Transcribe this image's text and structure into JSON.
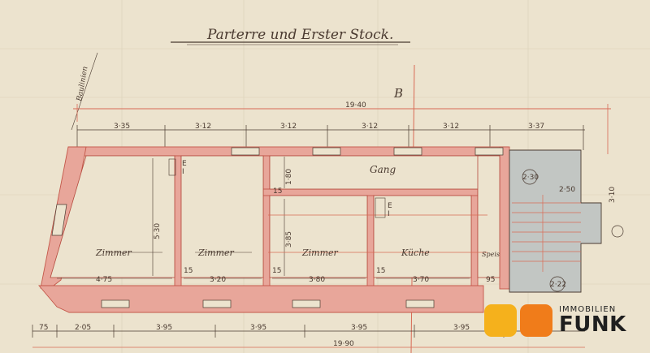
{
  "title": "Parterre und Erster Stock.",
  "side_note": "Baulinien",
  "marker_top": "B",
  "dims_top": {
    "overall": "19·40",
    "segments": [
      "3·35",
      "3·12",
      "3·12",
      "3·12",
      "3·12",
      "3·37"
    ]
  },
  "dims_bottom": {
    "segments": [
      "75",
      "2·05",
      "3·95",
      "3·95",
      "3·95",
      "3·95"
    ],
    "overall": "19·90"
  },
  "rooms": {
    "zimmer1": "Zimmer",
    "zimmer2": "Zimmer",
    "zimmer3": "Zimmer",
    "kueche": "Küche",
    "gang": "Gang",
    "speis": "Speis"
  },
  "inner_dims": {
    "w1": "4·75",
    "w2": "3·20",
    "w3": "3·80",
    "w4": "3·70",
    "h1": "5·30",
    "h2": "3·85",
    "gang_h": "1·80",
    "wall15a": "15",
    "wall15b": "15",
    "wall15c": "15",
    "wall15d": "15",
    "speis_w": "95",
    "right_h": "3·10"
  },
  "marks": {
    "e": "E",
    "i": "I",
    "e2": "E",
    "i2": "I",
    "n1": "2·30",
    "n2": "2·22",
    "n3": "2·50"
  },
  "logo": {
    "small": "IMMOBILIEN",
    "big": "FUNK"
  },
  "colors": {
    "paper": "#ece3ce",
    "wall": "#e8a69a",
    "line": "#4a3a30",
    "dimline": "#d86a55",
    "stair": "#c2c6c3",
    "logo_yellow": "#f5b11c",
    "logo_orange": "#f07c1a"
  }
}
